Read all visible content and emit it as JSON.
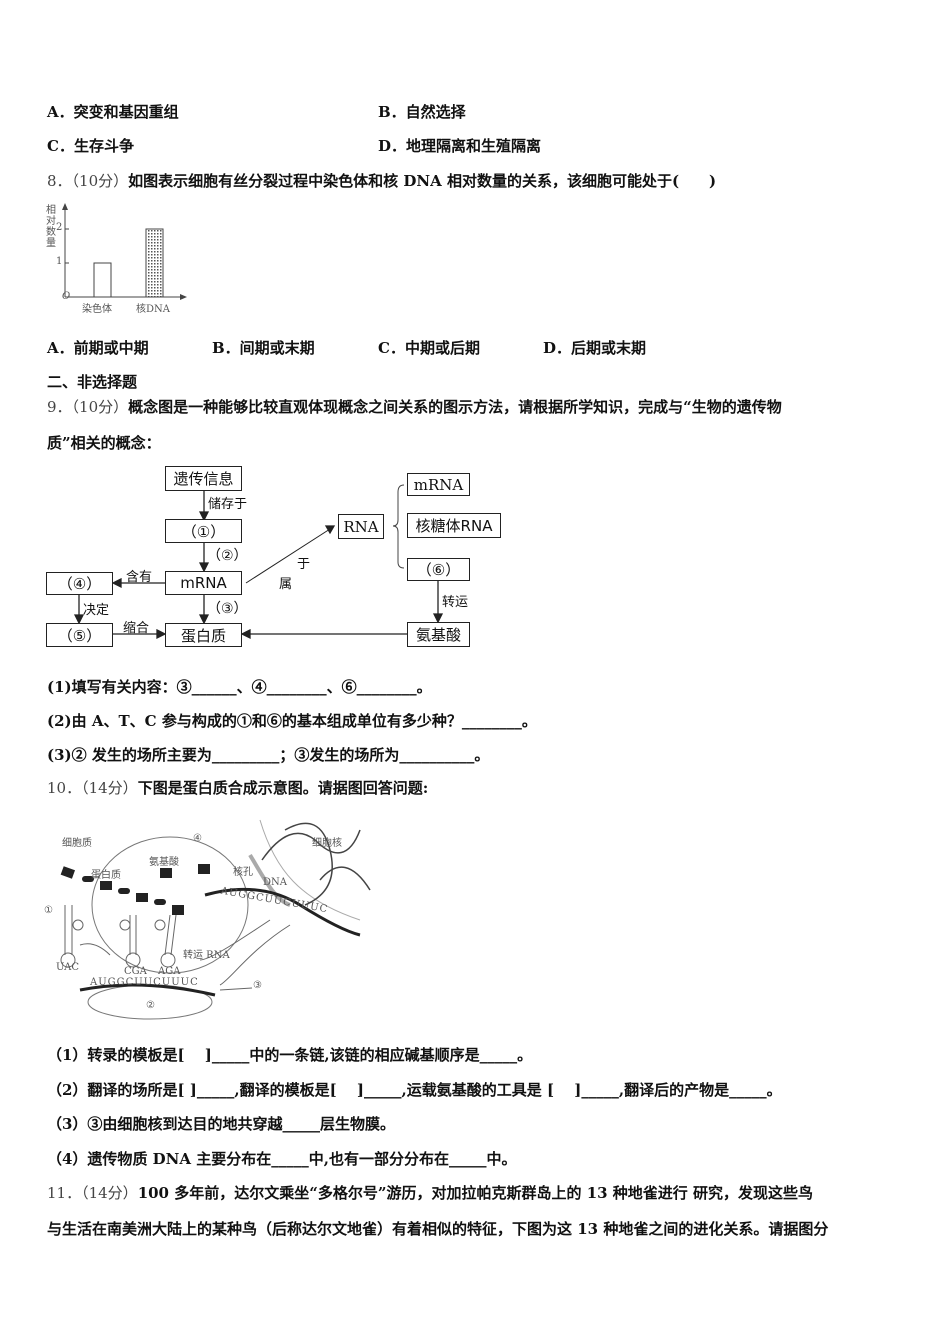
{
  "q7_options": {
    "a": "A．突变和基因重组",
    "b": "B．自然选择",
    "c": "C．生存斗争",
    "d": "D．地理隔离和生殖隔离"
  },
  "q8": {
    "number": "8．",
    "score": "（10分）",
    "stem": "如图表示细胞有丝分裂过程中染色体和核 DNA 相对数量的关系，该细胞可能处于(　　)",
    "figure": {
      "ylabel": "相对数量",
      "origin": "O",
      "yticks": [
        "1",
        "2"
      ],
      "categories": [
        "染色体",
        "核DNA"
      ],
      "values": [
        1,
        2
      ]
    },
    "options": {
      "a": "A．前期或中期",
      "b": "B．间期或末期",
      "c": "C．中期或后期",
      "d": "D．后期或末期"
    }
  },
  "section2": "二、非选择题",
  "q9": {
    "number": "9．",
    "score": "（10分）",
    "stem_line1": "概念图是一种能够比较直观体现概念之间关系的图示方法，请根据所学知识，完成与“生物的遗传物",
    "stem_line2": "质”相关的概念：",
    "map": {
      "genetic_info": "遗传信息",
      "stored_in": "储存于",
      "n1": "（①）",
      "n2": "（②）",
      "mrna": "mRNA",
      "n3": "（③）",
      "protein": "蛋白质",
      "n4": "（④）",
      "contains": "含有",
      "determines": "决定",
      "n5": "（⑤）",
      "condense": "缩合",
      "rna": "RNA",
      "belongs_a": "属",
      "belongs_b": "于",
      "mrna2": "mRNA",
      "rrna": "核糖体RNA",
      "n6": "（⑥）",
      "transport": "转运",
      "amino": "氨基酸"
    },
    "sub1": "(1)填写有关内容：③______、④________、⑥________。",
    "sub2": "(2)由 A、T、C 参与构成的①和⑥的基本组成单位有多少种？________。",
    "sub3": "(3)② 发生的场所主要为_________；③发生的场所为__________。"
  },
  "q10": {
    "number": "10．",
    "score": "（14分）",
    "stem": "下图是蛋白质合成示意图。请据图回答问题:",
    "figure": {
      "cytoplasm": "细胞质",
      "protein": "蛋白质",
      "amino": "氨基酸",
      "nucleus": "细胞核",
      "pore": "核孔",
      "dna": "DNA",
      "trna": "转运 RNA",
      "m1": "①",
      "m2": "②",
      "m3": "③",
      "m4": "④",
      "anti1": "UAC",
      "anti2": "CGA",
      "anti3": "AGA",
      "mrna_seq": "AUGGCUUCUUUC",
      "nuc_seq": "AUGGCUUCUUUC"
    },
    "sub1": "（1）转录的模板是[　 ]_____中的一条链,该链的相应碱基顺序是_____。",
    "sub2": "（2）翻译的场所是[ ]_____,翻译的模板是[　 ]_____,运载氨基酸的工具是 [　 ]_____,翻译后的产物是_____。",
    "sub3": "（3）③由细胞核到达目的地共穿越_____层生物膜。",
    "sub4": "（4）遗传物质 DNA 主要分布在_____中,也有一部分分布在_____中。"
  },
  "q11": {
    "number": "11．",
    "score": "（14分）",
    "line1": "100 多年前，达尔文乘坐“多格尔号”游历，对加拉帕克斯群岛上的 13 种地雀进行 研究，发现这些鸟",
    "line2": "与生活在南美洲大陆上的某种鸟（后称达尔文地雀）有着相似的特征，下图为这 13 种地雀之间的进化关系。请据图分"
  }
}
